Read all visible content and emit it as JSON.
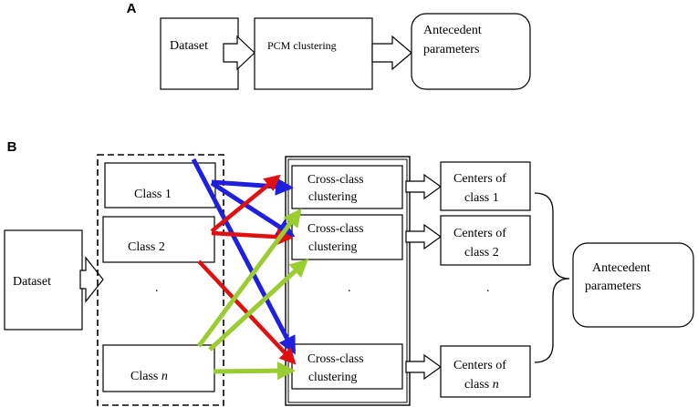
{
  "panel_a": {
    "label": "A",
    "dataset": "Dataset",
    "pcm": "PCM clustering",
    "antecedent_line1": "Antecedent",
    "antecedent_line2": "parameters"
  },
  "panel_b": {
    "label": "B",
    "dataset": "Dataset",
    "class1": "Class 1",
    "class2": "Class 2",
    "classn_prefix": "Class ",
    "classn_var": "n",
    "dot": ".",
    "cross_line1": "Cross-class",
    "cross_line2": "clustering",
    "centers_line1": "Centers of",
    "centers1_line2": "class 1",
    "centers2_line2": "class 2",
    "centersn_prefix": "class ",
    "centersn_var": "n",
    "antecedent_line1": "Antecedent",
    "antecedent_line2": "parameters"
  },
  "colors": {
    "blue": "#1f1fe0",
    "red": "#e01010",
    "green": "#9acd32",
    "stroke": "#000000"
  }
}
